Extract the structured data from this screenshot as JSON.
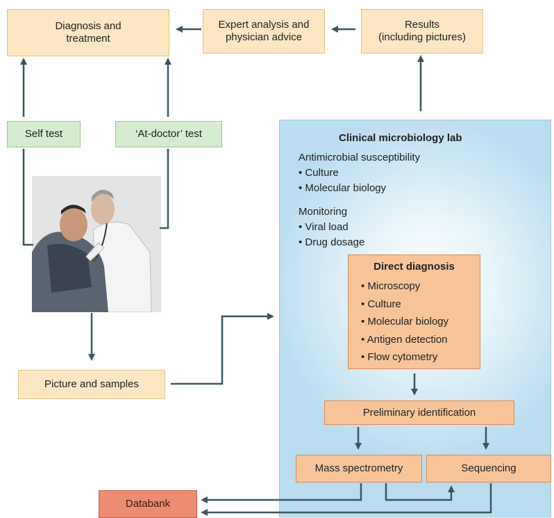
{
  "top_row": {
    "diagnosis_treatment": "Diagnosis and\ntreatment",
    "expert_analysis": "Expert analysis and\nphysician advice",
    "results": "Results\n(including pictures)"
  },
  "tests": {
    "self_test": "Self test",
    "at_doctor_test": "‘At-doctor’ test"
  },
  "picture_and_samples": "Picture and samples",
  "databank": "Databank",
  "lab": {
    "title": "Clinical microbiology lab",
    "susceptibility": {
      "heading": "Antimicrobial susceptibility",
      "items": [
        "Culture",
        "Molecular biology"
      ]
    },
    "monitoring": {
      "heading": "Monitoring",
      "items": [
        "Viral load",
        "Drug dosage"
      ]
    },
    "direct_diagnosis": {
      "heading": "Direct diagnosis",
      "items": [
        "Microscopy",
        "Culture",
        "Molecular biology",
        "Antigen detection",
        "Flow cytometry"
      ]
    },
    "preliminary_identification": "Preliminary identification",
    "mass_spectrometry": "Mass spectrometry",
    "sequencing": "Sequencing"
  },
  "colors": {
    "arrow": "#3d5560",
    "peach_box": "#fde7c2",
    "green_box": "#d6ecd1",
    "orange_box": "#f7c49a",
    "databank_box": "#ec8c72",
    "lab_panel": "#b9dcef"
  }
}
